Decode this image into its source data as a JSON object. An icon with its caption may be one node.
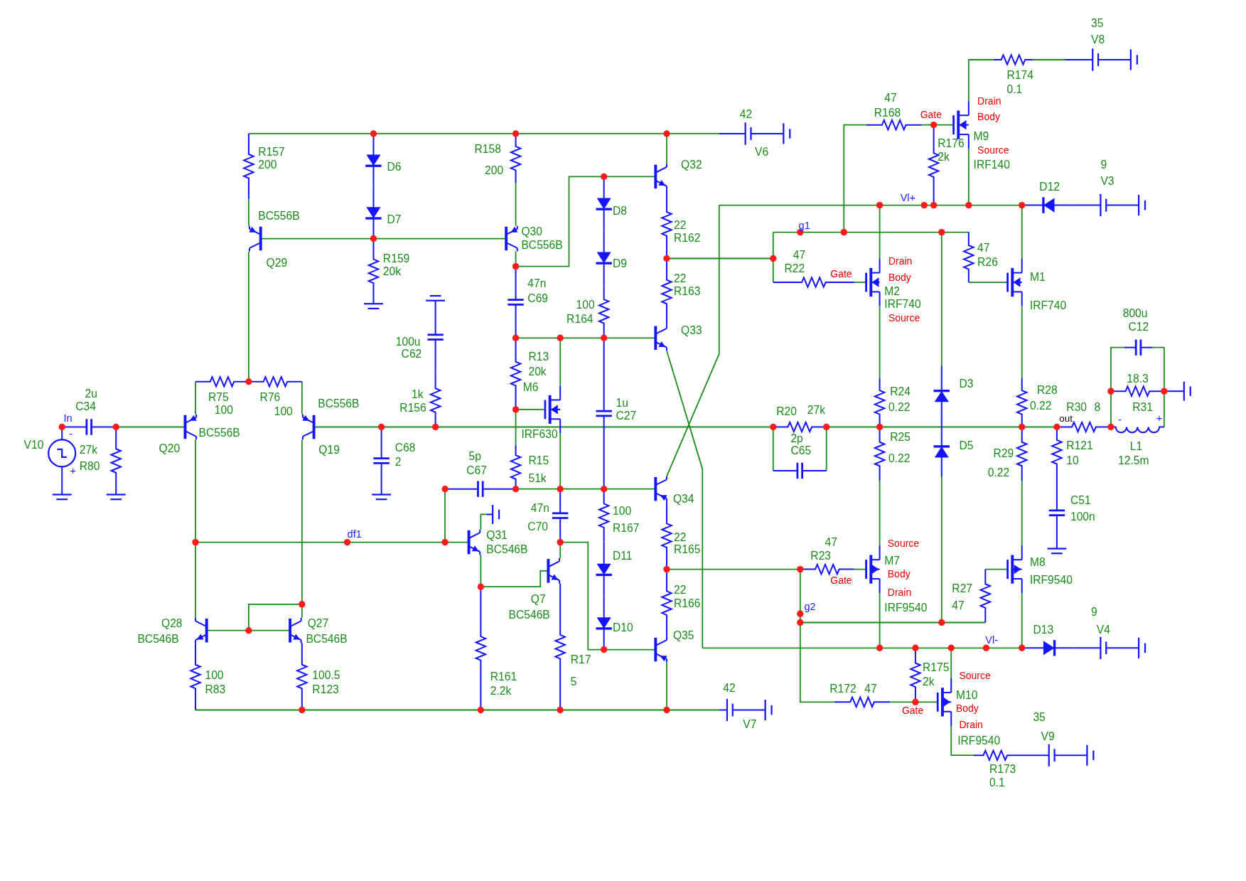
{
  "diagram": {
    "labels": [
      "35",
      "V8",
      "R174",
      "0.1",
      "47",
      "Drain",
      "R168",
      "Gate",
      "Body",
      "42",
      "M9",
      "R176",
      "V6",
      "R158",
      "Source",
      "R157",
      "2k",
      "IRF140",
      "9",
      "200",
      "Q32",
      "D6",
      "200",
      "V3",
      "D12",
      "Vl+",
      "D8",
      "BC556B",
      "D7",
      "g1",
      "22",
      "Q30",
      "R162",
      "BC556B",
      "47",
      "47",
      "R159",
      "Drain",
      "Q29",
      "D9",
      "R26",
      "R22",
      "20k",
      "Gate",
      "M1",
      "Body",
      "22",
      "47n",
      "R163",
      "M2",
      "C69",
      "100",
      "IRF740",
      "IRF740",
      "Source",
      "800u",
      "R164",
      "C12",
      "Q33",
      "100u",
      "C62",
      "R13",
      "20k",
      "18.3",
      "D3",
      "R24",
      "R28",
      "M6",
      "1k",
      "2u",
      "R75",
      "R76",
      "1u",
      "BC556B",
      "0.22",
      "0.22",
      "C34",
      "R156",
      "R31",
      "100",
      "100",
      "R20",
      "27k",
      "C27",
      "In",
      "out",
      "R30",
      "8",
      "BC556B",
      "IRF630",
      "-",
      "R25",
      "2p",
      "-",
      "+",
      "V10",
      "D5",
      "L1",
      "C68",
      "Q20",
      "27k",
      "Q19",
      "C65",
      "R121",
      "R29",
      "5p",
      "0.22",
      "R15",
      "2",
      "12.5m",
      "R80",
      "10",
      "C67",
      "0.22",
      "+",
      "Q34",
      "51k",
      "C51",
      "47n",
      "100",
      "100n",
      "C70",
      "R167",
      "Q31",
      "df1",
      "22",
      "47",
      "Source",
      "BC546B",
      "R165",
      "D11",
      "R23",
      "M7",
      "M8",
      "Body",
      "Gate",
      "IRF9540",
      "R27",
      "22",
      "Drain",
      "Q7",
      "R166",
      "47",
      "IRF9540",
      "g2",
      "9",
      "BC546B",
      "Q28",
      "Q27",
      "D10",
      "D13",
      "V4",
      "BC546B",
      "BC546B",
      "Q35",
      "Vl-",
      "R17",
      "R175",
      "100",
      "100.5",
      "Source",
      "R161",
      "5",
      "2k",
      "R83",
      "R123",
      "R172",
      "47",
      "2.2k",
      "42",
      "M10",
      "Body",
      "Gate",
      "V7",
      "35",
      "Drain",
      "V9",
      "IRF9540",
      "R173",
      "0.1"
    ]
  }
}
